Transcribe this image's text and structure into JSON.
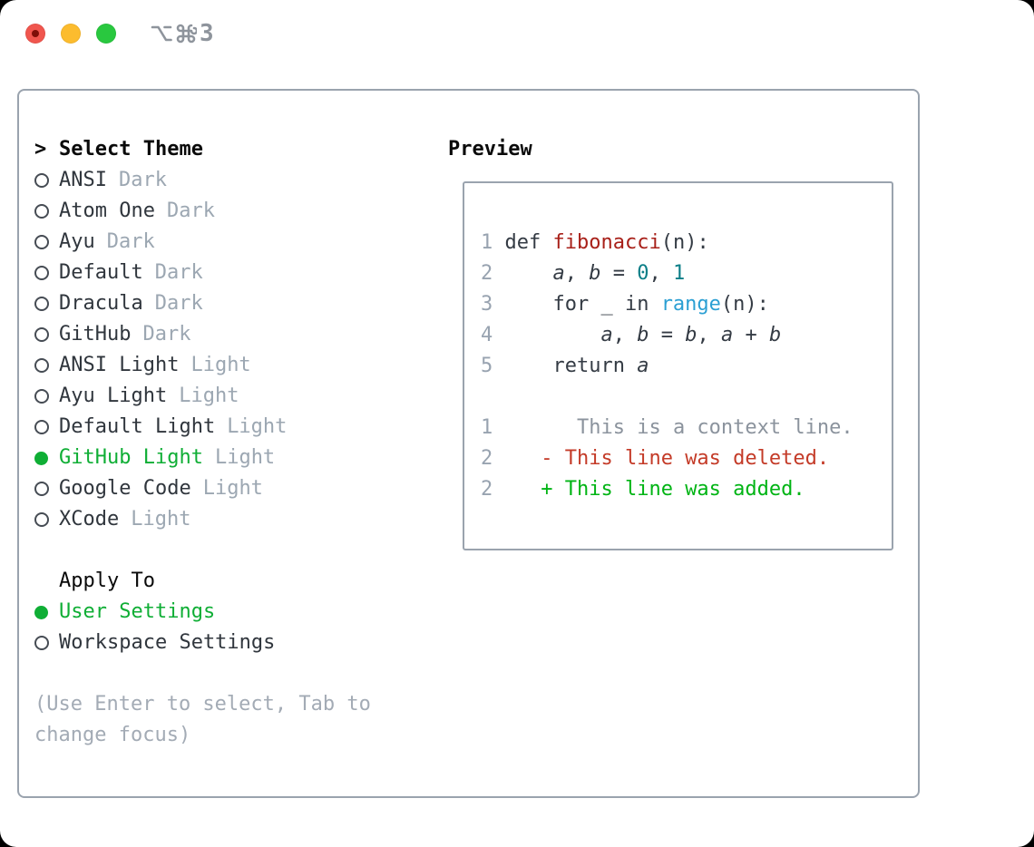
{
  "window": {
    "shortcut": "⌥⌘3",
    "shortcut_digit": "3"
  },
  "theme_picker": {
    "prompt_prefix": ">",
    "title": "Select Theme",
    "themes": [
      {
        "name": "ANSI",
        "variant": "Dark",
        "selected": false
      },
      {
        "name": "Atom One",
        "variant": "Dark",
        "selected": false
      },
      {
        "name": "Ayu",
        "variant": "Dark",
        "selected": false
      },
      {
        "name": "Default",
        "variant": "Dark",
        "selected": false
      },
      {
        "name": "Dracula",
        "variant": "Dark",
        "selected": false
      },
      {
        "name": "GitHub",
        "variant": "Dark",
        "selected": false
      },
      {
        "name": "ANSI Light",
        "variant": "Light",
        "selected": false
      },
      {
        "name": "Ayu Light",
        "variant": "Light",
        "selected": false
      },
      {
        "name": "Default Light",
        "variant": "Light",
        "selected": false
      },
      {
        "name": "GitHub Light",
        "variant": "Light",
        "selected": true
      },
      {
        "name": "Google Code",
        "variant": "Light",
        "selected": false
      },
      {
        "name": "XCode",
        "variant": "Light",
        "selected": false
      }
    ],
    "apply_to": {
      "title": "Apply To",
      "options": [
        {
          "label": "User Settings",
          "selected": true
        },
        {
          "label": "Workspace Settings",
          "selected": false
        }
      ]
    },
    "hint": [
      "(Use Enter to select, Tab to",
      "change focus)"
    ]
  },
  "preview": {
    "title": "Preview",
    "lines": [
      [
        {
          "t": "1 ",
          "c": "ln"
        },
        {
          "t": "def ",
          "c": "pl"
        },
        {
          "t": "fibonacci",
          "c": "fn"
        },
        {
          "t": "(n):",
          "c": "pl"
        }
      ],
      [
        {
          "t": "2 ",
          "c": "ln"
        },
        {
          "t": "    ",
          "c": "pl"
        },
        {
          "t": "a",
          "c": "var"
        },
        {
          "t": ", ",
          "c": "pl"
        },
        {
          "t": "b",
          "c": "var"
        },
        {
          "t": " = ",
          "c": "pl"
        },
        {
          "t": "0",
          "c": "num"
        },
        {
          "t": ", ",
          "c": "pl"
        },
        {
          "t": "1",
          "c": "num"
        }
      ],
      [
        {
          "t": "3 ",
          "c": "ln"
        },
        {
          "t": "    for _ in ",
          "c": "pl"
        },
        {
          "t": "range",
          "c": "bi"
        },
        {
          "t": "(n):",
          "c": "pl"
        }
      ],
      [
        {
          "t": "4 ",
          "c": "ln"
        },
        {
          "t": "        ",
          "c": "pl"
        },
        {
          "t": "a",
          "c": "var"
        },
        {
          "t": ", ",
          "c": "pl"
        },
        {
          "t": "b",
          "c": "var"
        },
        {
          "t": " = ",
          "c": "pl"
        },
        {
          "t": "b",
          "c": "var"
        },
        {
          "t": ", ",
          "c": "pl"
        },
        {
          "t": "a",
          "c": "var"
        },
        {
          "t": " + ",
          "c": "pl"
        },
        {
          "t": "b",
          "c": "var"
        }
      ],
      [
        {
          "t": "5 ",
          "c": "ln"
        },
        {
          "t": "    return ",
          "c": "pl"
        },
        {
          "t": "a",
          "c": "var"
        }
      ],
      [],
      [
        {
          "t": "1 ",
          "c": "ln"
        },
        {
          "t": "      ",
          "c": "pl"
        },
        {
          "t": "This is a context line.",
          "c": "ctx"
        }
      ],
      [
        {
          "t": "2 ",
          "c": "ln"
        },
        {
          "t": "   ",
          "c": "pl"
        },
        {
          "t": "- This line was deleted.",
          "c": "del"
        }
      ],
      [
        {
          "t": "2 ",
          "c": "ln"
        },
        {
          "t": "   ",
          "c": "pl"
        },
        {
          "t": "+ This line was added.",
          "c": "add"
        }
      ]
    ]
  },
  "colors": {
    "panel_border": "#9aa3ae",
    "accent_green": "#0fae35",
    "added_green": "#00b414",
    "deleted_red": "#c43b28",
    "function_red": "#a82019",
    "number_teal": "#0b7e87",
    "builtin_blue": "#2b9fd3",
    "muted_gray": "#9ca7b2",
    "traffic_red": "#f0564e",
    "traffic_yellow": "#fcbc2e",
    "traffic_green": "#29c83f"
  }
}
